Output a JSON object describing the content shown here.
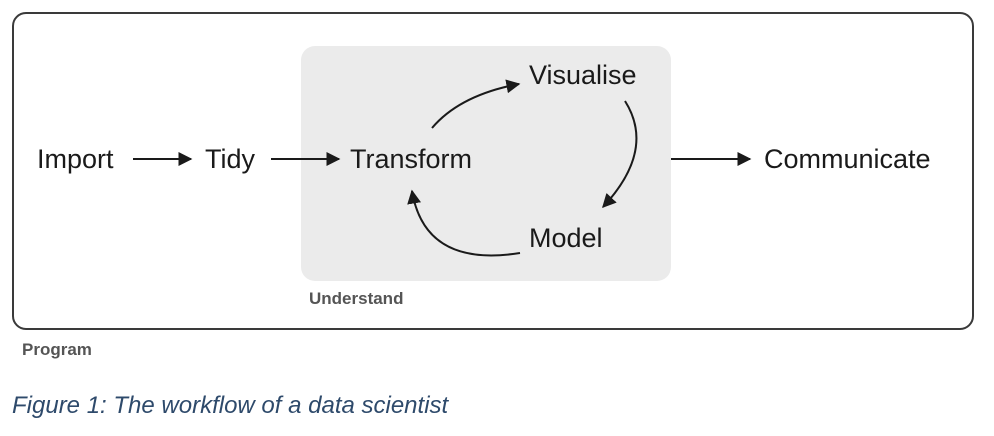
{
  "diagram": {
    "nodes": {
      "import": "Import",
      "tidy": "Tidy",
      "transform": "Transform",
      "visualise": "Visualise",
      "model": "Model",
      "communicate": "Communicate"
    },
    "groups": {
      "understand": "Understand",
      "program": "Program"
    },
    "caption": "Figure 1: The workflow of a data scientist"
  }
}
